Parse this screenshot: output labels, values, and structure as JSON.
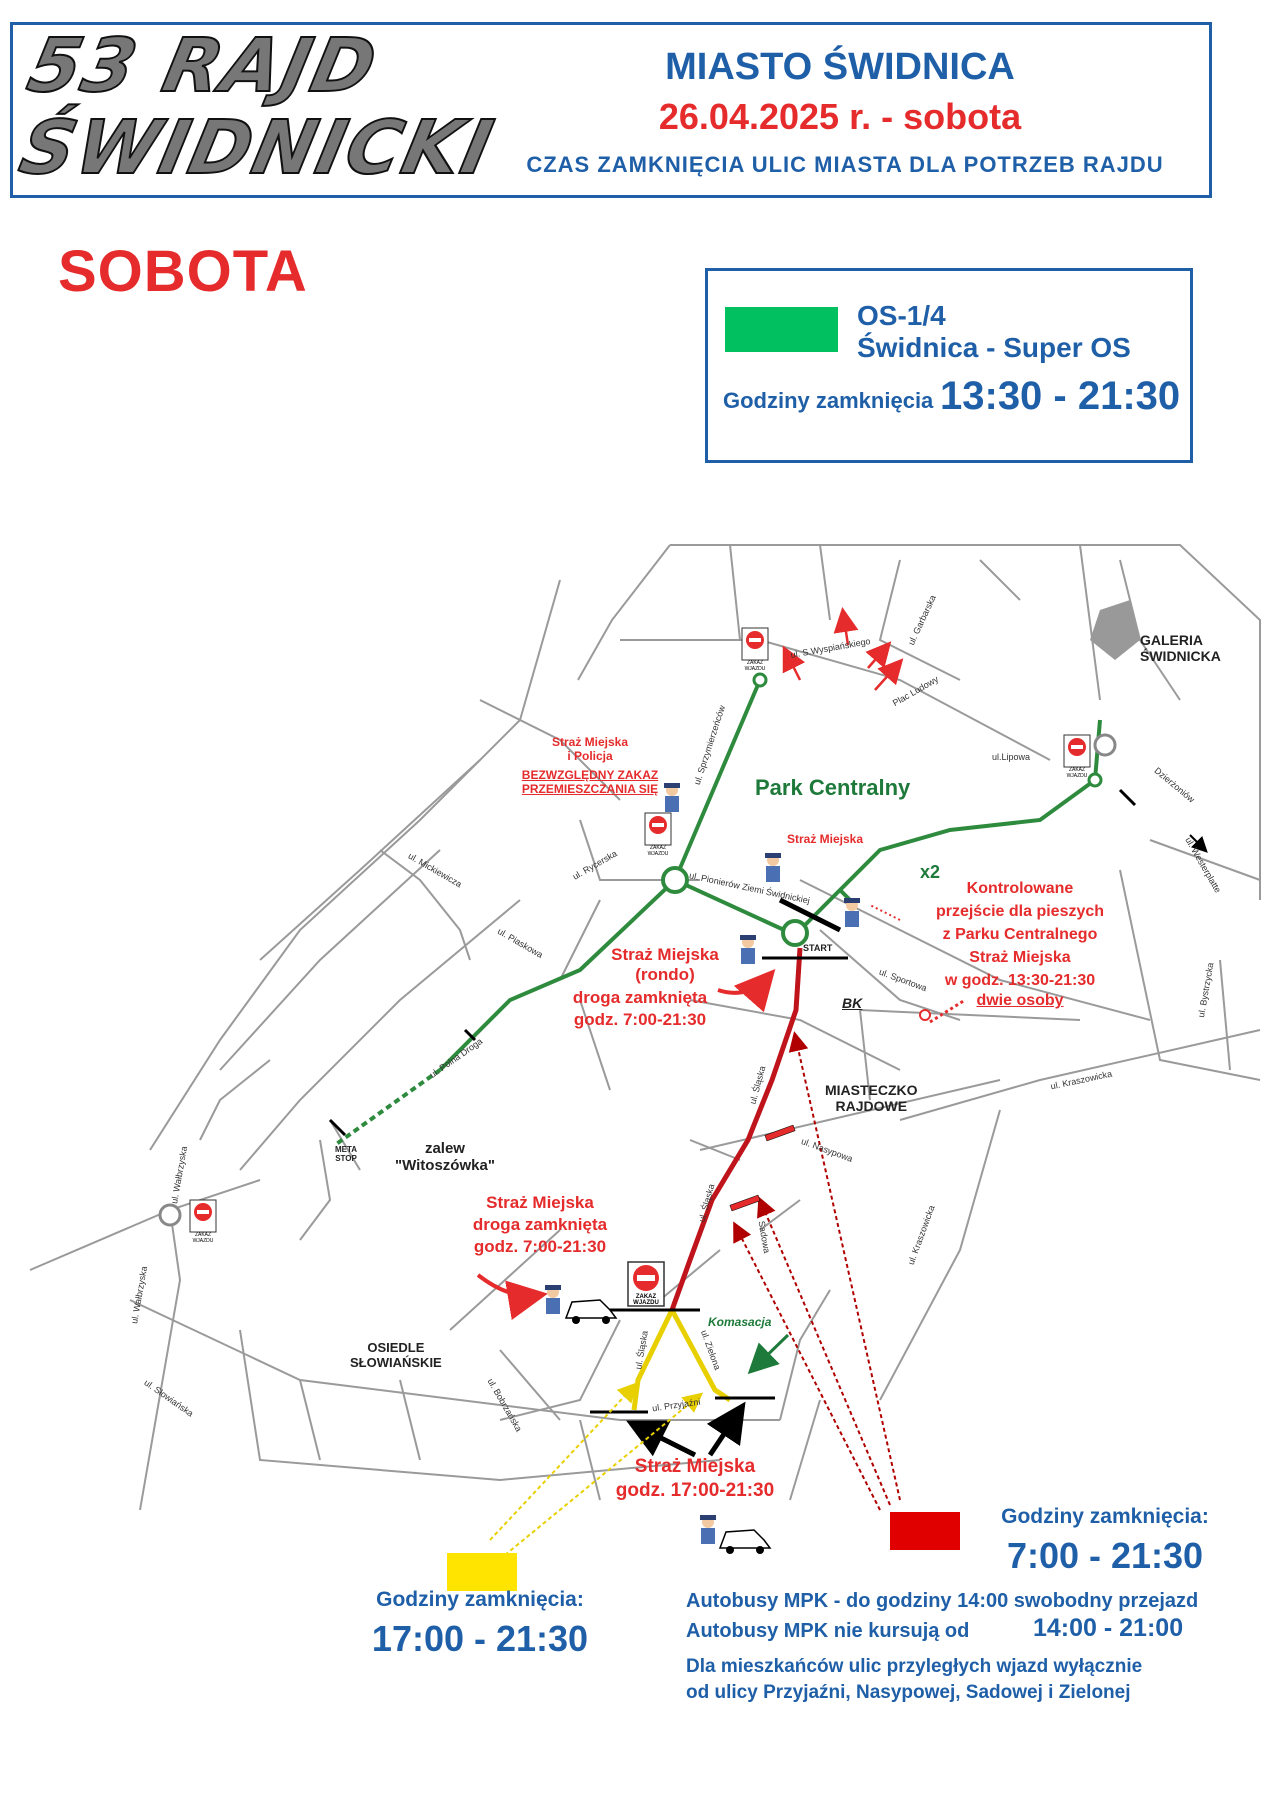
{
  "header": {
    "logo_line1": "53 RAJD",
    "logo_line2": "ŚWIDNICKI",
    "city": "MIASTO ŚWIDNICA",
    "date": "26.04.2025 r. - sobota",
    "subtitle": "CZAS ZAMKNIĘCIA ULIC MIASTA DLA POTRZEB RAJDU"
  },
  "day_label": "SOBOTA",
  "legend": {
    "stage": "OS-1/4",
    "stage_name": "Świdnica - Super OS",
    "hours_label": "Godziny zamknięcia",
    "hours": "13:30 - 21:30",
    "color": "#00c060"
  },
  "map": {
    "places": {
      "galeria": "GALERIA\nŚWIDNICKA",
      "park": "Park Centralny",
      "miasteczko": "MIASTECZKO\nRAJDOWE",
      "zalew": "zalew\n\"Witoszówka\"",
      "osiedle": "OSIEDLE\nSŁOWIAŃSKIE",
      "bk": "BK",
      "start": "START",
      "meta": "META\nSTOP",
      "x2": "x2",
      "dzierzoniow": "Dzierżoniów"
    },
    "streets": {
      "sprzymierzencow": "ul. Sprzymierzeńców",
      "wyspianskiego": "ul. S.Wyspiańskiego",
      "garbarska": "ul. Garbarska",
      "pl_ludowy": "Plac Ludowy",
      "lipowa": "ul.Lipowa",
      "westerplatte": "ul. Westerplatte",
      "mickiewicza": "ul. Mickiewicza",
      "rycerska": "ul. Rycerska",
      "pionierow": "ul. Pionierów Ziemi Świdnickiej",
      "piaskowa": "ul. Piaskowa",
      "polna_droga": "ul. Polna Droga",
      "sportowa": "ul. Sportowa",
      "bystrzycka": "ul. Bystrzycka",
      "slaska": "ul. Śląska",
      "kraszowicka": "ul. Kraszowicka",
      "nasypowa": "ul. Nasypowa",
      "sadowa": "Sadowa",
      "walbrzyska": "ul. Wałbrzyska",
      "zielona": "ul. Zielona",
      "przyjazni": "ul. Przyjaźni",
      "bobrzanska": "ul. Bobrzańska",
      "slowianska": "ul. Słowiańska"
    },
    "sign_text": "ZAKAZ\nWJAZDU",
    "notes": {
      "straz_policja": "Straż Miejska\ni Policja",
      "zakaz": "BEZWZGLĘDNY ZAKAZ\nPRZEMIESZCZANIA SIĘ",
      "straz_top": "Straż Miejska",
      "kontrolowane": "Kontrolowane\nprzejście dla pieszych\nz Parku Centralnego\nStraż Miejska\nw godz. 13:30-21:30",
      "dwie_osoby": "dwie osoby",
      "straz_rondo": "Straż Miejska\n(rondo)",
      "droga_zamknieta_1": "droga zamknięta\ngodz. 7:00-21:30",
      "straz_south": "Straż Miejska\ndroga zamknięta\ngodz. 7:00-21:30",
      "komasacja": "Komasacja",
      "straz_yellow": "Straż Miejska\ngodz. 17:00-21:30"
    }
  },
  "yellow_legend": {
    "color": "#ffe400",
    "hours_label": "Godziny zamknięcia:",
    "hours": "17:00 - 21:30"
  },
  "red_legend": {
    "color": "#e00000",
    "hours_label": "Godziny zamknięcia:",
    "hours": "7:00 - 21:30",
    "bus_line1": "Autobusy MPK - do godziny 14:00 swobodny przejazd",
    "bus_line2": "Autobusy MPK nie kursują od",
    "bus_line2_hours": "14:00 - 21:00",
    "residents_line1": "Dla mieszkańców ulic przyległych wjazd wyłącznie",
    "residents_line2": "od ulicy Przyjaźni, Nasypowej, Sadowej i Zielonej"
  }
}
